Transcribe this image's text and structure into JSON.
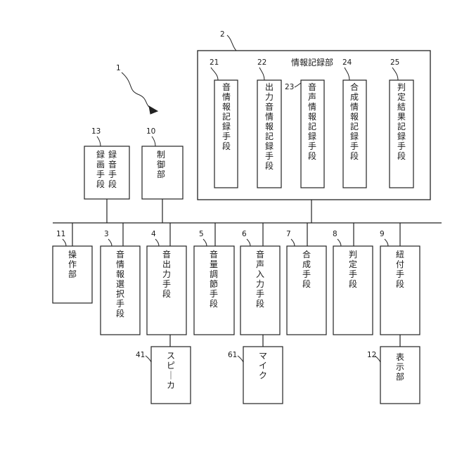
{
  "diagram": {
    "ref_system": "1",
    "info_unit": {
      "ref": "2",
      "title": "情報記録部",
      "children": [
        {
          "ref": "21",
          "label": "音情報記録手段"
        },
        {
          "ref": "22",
          "label": "出力音情報記録手段"
        },
        {
          "ref": "23",
          "label": "音声情報記録手段"
        },
        {
          "ref": "24",
          "label": "合成情報記録手段"
        },
        {
          "ref": "25",
          "label": "判定結果記録手段"
        }
      ]
    },
    "upper_blocks": [
      {
        "ref": "13",
        "label_col1": "録音手段",
        "label_col2": "録画手段"
      },
      {
        "ref": "10",
        "label": "制御部"
      }
    ],
    "lower_blocks": [
      {
        "ref": "11",
        "label": "操作部"
      },
      {
        "ref": "3",
        "label": "音情報選択手段"
      },
      {
        "ref": "4",
        "label": "音出力手段"
      },
      {
        "ref": "5",
        "label": "音量調節手段"
      },
      {
        "ref": "6",
        "label": "音声入力手段"
      },
      {
        "ref": "7",
        "label": "合成手段"
      },
      {
        "ref": "8",
        "label": "判定手段"
      },
      {
        "ref": "9",
        "label": "紐付手段"
      }
    ],
    "devices": [
      {
        "ref": "41",
        "label": "スピーカ"
      },
      {
        "ref": "61",
        "label": "マイク"
      },
      {
        "ref": "12",
        "label": "表示部"
      }
    ]
  }
}
